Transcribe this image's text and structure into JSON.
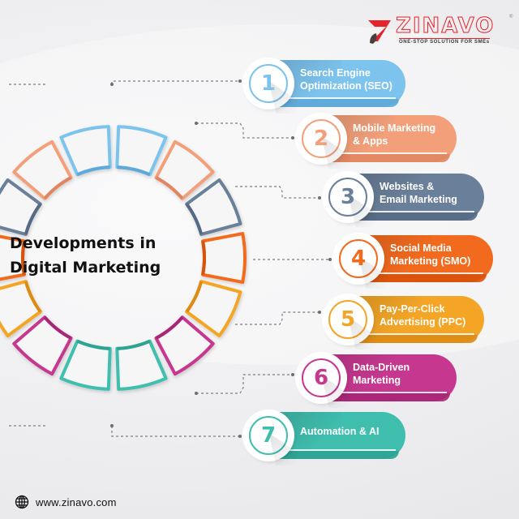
{
  "brand": {
    "name": "ZINAVO",
    "tagline": "ONE-STOP SOLUTION FOR SMEs",
    "registered_mark": "®",
    "colors": {
      "red": "#e5232a",
      "dark": "#4a3f3f"
    }
  },
  "title": {
    "line1": "Developments in",
    "line2": "Digital Marketing"
  },
  "items": [
    {
      "number": "1",
      "line1": "Search Engine",
      "line2": "Optimization (SEO)",
      "color": "#7cc3ee",
      "dark": "#5ea9d8"
    },
    {
      "number": "2",
      "line1": "Mobile Marketing",
      "line2": "& Apps",
      "color": "#f3a07a",
      "dark": "#e08560"
    },
    {
      "number": "3",
      "line1": "Websites &",
      "line2": "Email Marketing",
      "color": "#6a7f99",
      "dark": "#556a84"
    },
    {
      "number": "4",
      "line1": "Social Media",
      "line2": "Marketing (SMO)",
      "color": "#f26a1e",
      "dark": "#d7520c"
    },
    {
      "number": "5",
      "line1": "Pay-Per-Click",
      "line2": "Advertising (PPC)",
      "color": "#f4a526",
      "dark": "#dc8c14"
    },
    {
      "number": "6",
      "line1": "Data-Driven",
      "line2": "Marketing",
      "color": "#c6388f",
      "dark": "#a82676"
    },
    {
      "number": "7",
      "line1": "Automation & AI",
      "line2": "",
      "color": "#3fbeae",
      "dark": "#2ea392"
    }
  ],
  "footer": {
    "icon": "globe-icon",
    "url": "www.zinavo.com"
  }
}
